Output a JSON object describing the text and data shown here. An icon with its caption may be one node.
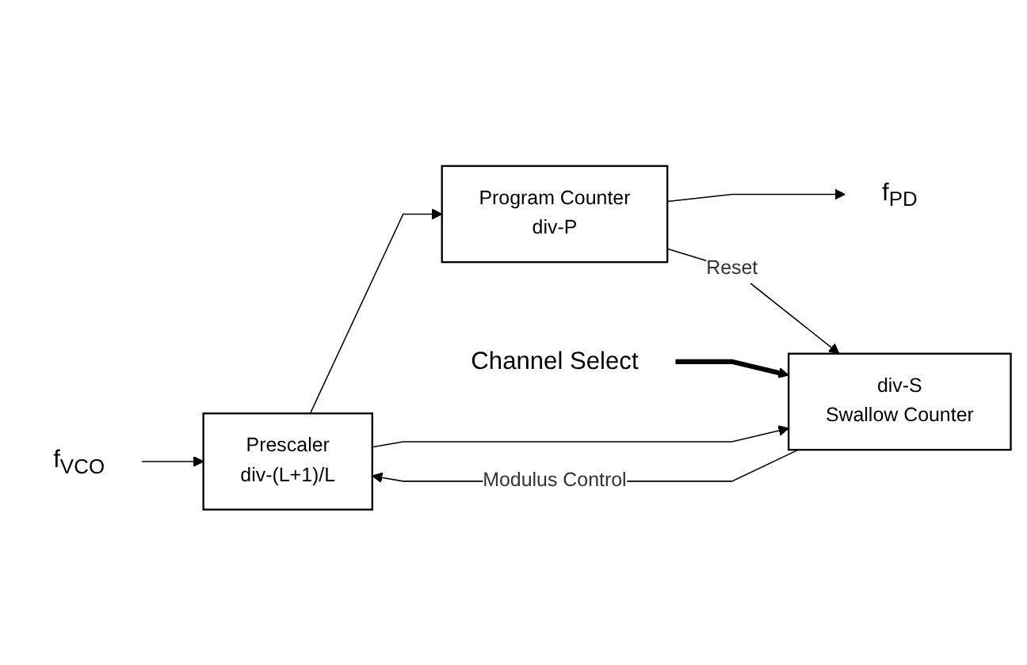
{
  "diagram": {
    "nodes": [
      {
        "text": [
          "f$_{VCO}$"
        ]
      },
      {
        "text": [
          "Prescaler",
          "div-(L+1)/L"
        ]
      },
      {
        "text": [
          "Program Counter",
          "div-P"
        ]
      },
      {
        "text": [
          "f$_{PD}$"
        ]
      },
      {
        "text": [
          "div-S",
          "Swallow Counter"
        ]
      },
      {
        "text": [
          "Channel Select"
        ]
      }
    ],
    "edges": [
      {
        "from": 0,
        "to": 1,
        "arrow": "to"
      },
      {
        "from": 1,
        "to": 2,
        "arrow": "to"
      },
      {
        "from": 1,
        "to": 4,
        "arrow": "to"
      },
      {
        "from": 2,
        "to": 3,
        "arrow": "to"
      },
      {
        "from": 2,
        "to": 4,
        "label": "Reset",
        "arrow": "to"
      },
      {
        "from": 4,
        "to": 1,
        "label": "Modulus Control",
        "arrow": "to"
      },
      {
        "from": 5,
        "to": 4,
        "arrow": "to",
        "style": "thick"
      }
    ]
  }
}
